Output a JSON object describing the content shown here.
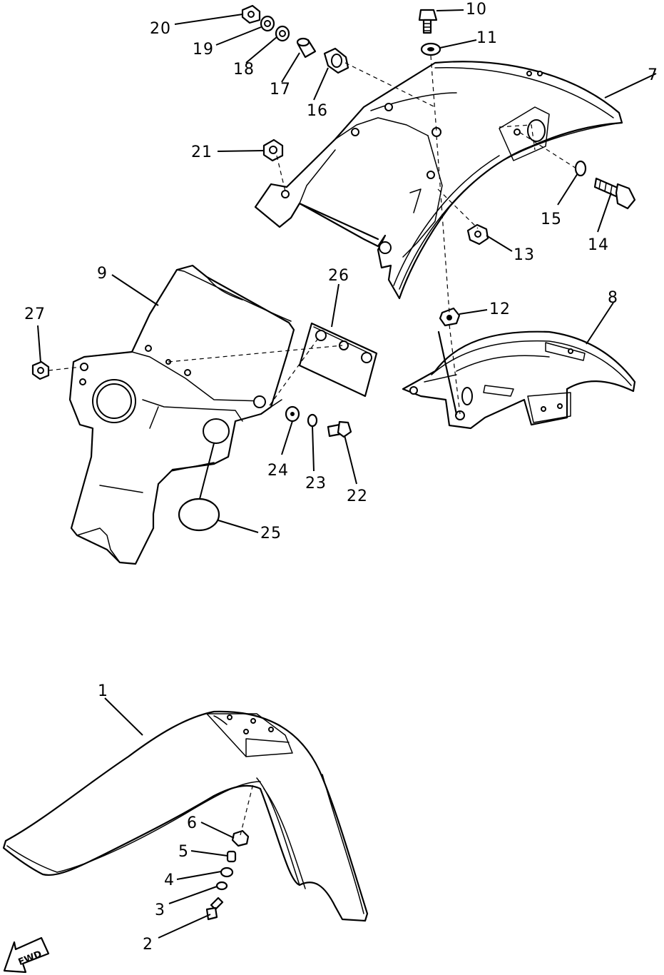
{
  "parts": {
    "p1": "1",
    "p2": "2",
    "p3": "3",
    "p4": "4",
    "p5": "5",
    "p6": "6",
    "p7": "7",
    "p8": "8",
    "p9": "9",
    "p10": "10",
    "p11": "11",
    "p12": "12",
    "p13": "13",
    "p14": "14",
    "p15": "15",
    "p16": "16",
    "p17": "17",
    "p18": "18",
    "p19": "19",
    "p20": "20",
    "p21": "21",
    "p22": "22",
    "p23": "23",
    "p24": "24",
    "p25": "25",
    "p26": "26",
    "p27": "27"
  },
  "direction_arrow": {
    "label": "FWD"
  }
}
